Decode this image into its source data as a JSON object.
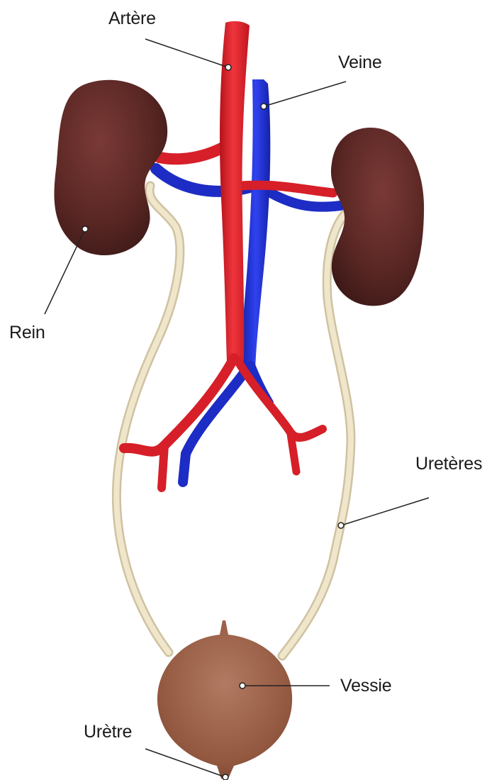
{
  "diagram": {
    "labels": {
      "artere": "Artère",
      "veine": "Veine",
      "rein": "Rein",
      "ureteres": "Uretères",
      "vessie": "Vessie",
      "uretre": "Urètre"
    }
  },
  "colors": {
    "artery": "#d9202a",
    "vein": "#1f2fd1",
    "kidney": "#5e2a28",
    "ureter": "#e6dcbf",
    "bladder": "#9a6048",
    "background": "#ffffff"
  }
}
